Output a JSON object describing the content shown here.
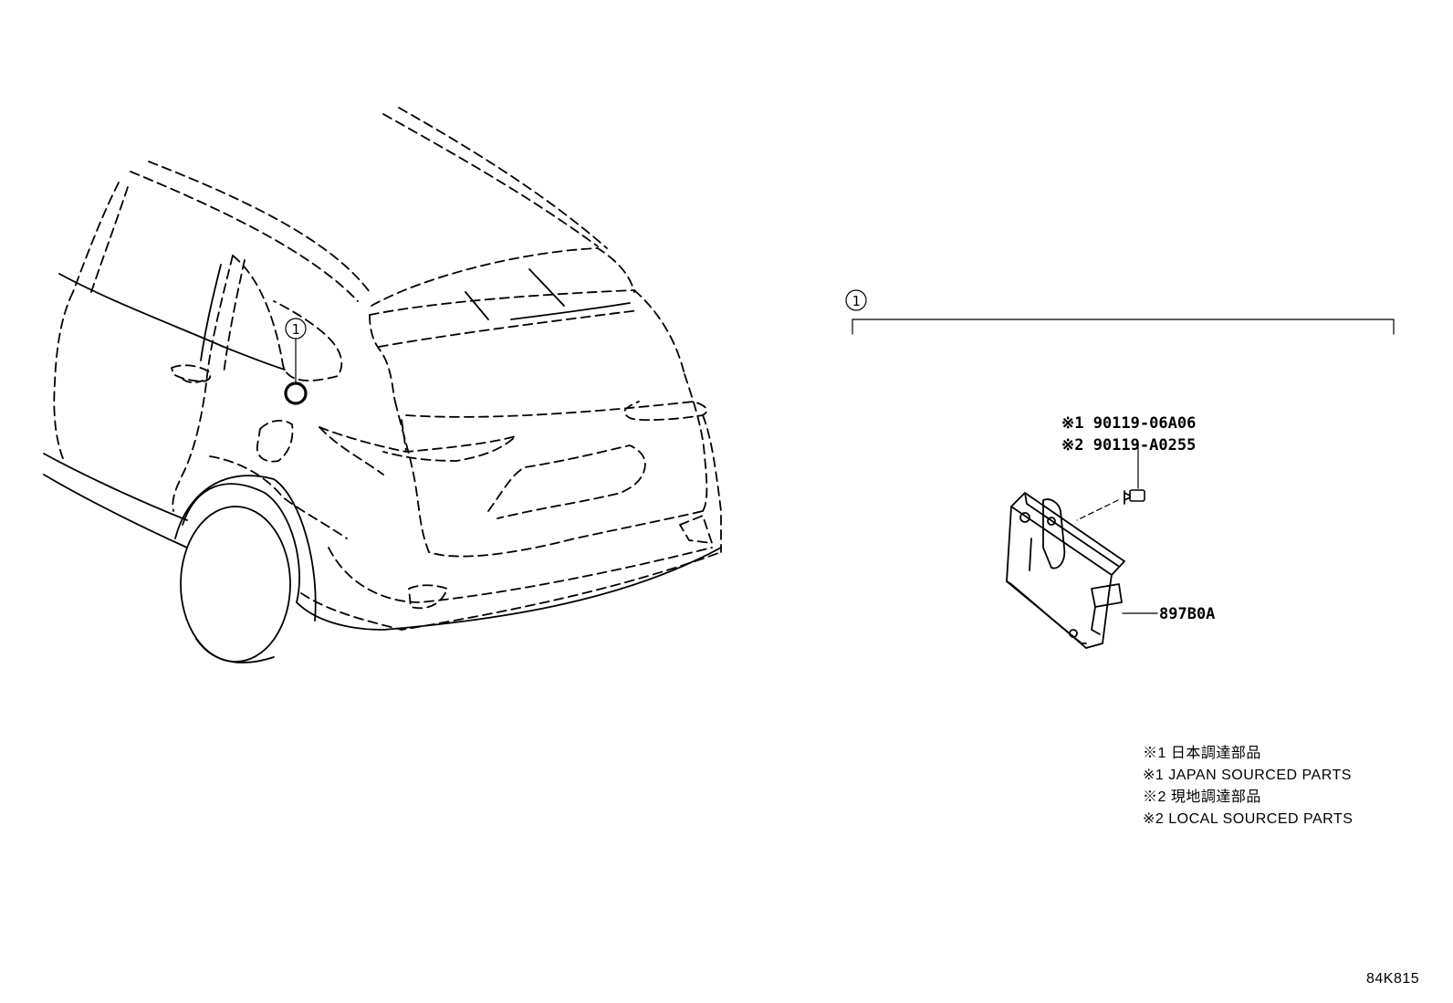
{
  "callouts": {
    "vehicle_callout": "1",
    "bracket_callout": "1"
  },
  "parts": {
    "bolt_line1": "※1 90119-06A06",
    "bolt_line2": "※2 90119-A0255",
    "module_part": "897B0A"
  },
  "notes": [
    "※1 日本調達部品",
    "※1 JAPAN SOURCED PARTS",
    "※2 現地調達部品",
    "※2 LOCAL SOURCED PARTS"
  ],
  "figure_id": "84K815"
}
